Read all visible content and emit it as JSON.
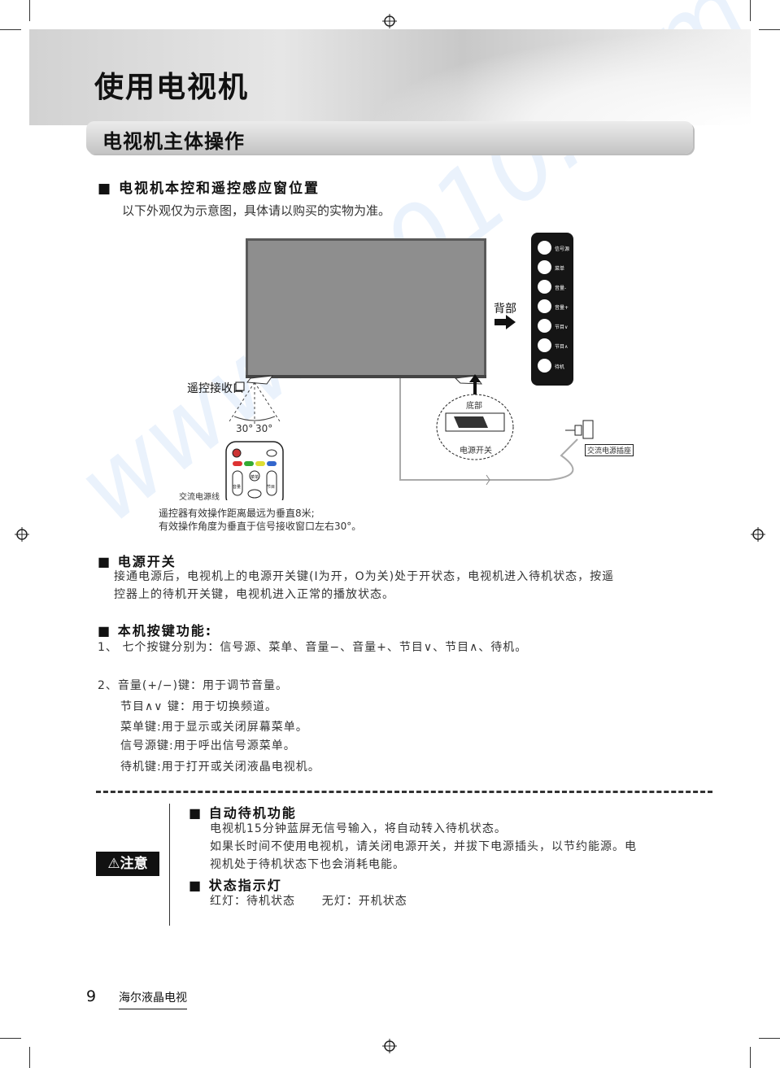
{
  "page_title": "使用电视机",
  "section_title": "电视机主体操作",
  "sensor": {
    "heading": "■ 电视机本控和遥控感应窗位置",
    "intro": "以下外观仅为示意图，具体请以购买的实物为准。"
  },
  "diagram": {
    "back_label": "背部",
    "remote_sensor_label": "遥控接收口",
    "angle_left": "30°",
    "angle_right": "30°",
    "bottom_label": "底部",
    "power_switch_label": "电源开关",
    "ac_socket_label": "交流电源插座",
    "ac_cord_label": "交流电源线",
    "panel_buttons": [
      "信号源",
      "菜单",
      "音量-",
      "音量+",
      "节目∨",
      "节目∧",
      "待机"
    ],
    "remote_keys": [
      "音量",
      "节目",
      "菜单"
    ],
    "remote_note_1": "遥控器有效操作距离最远为垂直8米;",
    "remote_note_2": "有效操作角度为垂直于信号接收窗口左右30°。"
  },
  "power": {
    "heading": "■ 电源开关",
    "line1": "接通电源后，电视机上的电源开关键(I为开，O为关)处于开状态，电视机进入待机状态，按遥",
    "line2": "控器上的待机开关键，电视机进入正常的播放状态。"
  },
  "keys": {
    "heading": "■ 本机按键功能:",
    "item1": "1、 七个按键分别为：信号源、菜单、音量−、音量+、节目∨、节目∧、待机。",
    "item2": "2、音量(+/−)键：用于调节音量。",
    "item3": "节目∧∨ 键：用于切换频道。",
    "item4": "菜单键:用于显示或关闭屏幕菜单。",
    "item5": "信号源键:用于呼出信号源菜单。",
    "item6": "待机键:用于打开或关闭液晶电视机。"
  },
  "note": {
    "badge": "⚠注意",
    "auto_heading": "■ 自动待机功能",
    "auto_line1": "电视机15分钟蓝屏无信号输入，将自动转入待机状态。",
    "auto_line2": "如果长时间不使用电视机，请关闭电源开关，并拔下电源插头，以节约能源。电",
    "auto_line3": "视机处于待机状态下也会消耗电能。",
    "led_heading": "■ 状态指示灯",
    "led_line": "红灯：待机状态      无灯：开机状态"
  },
  "footer": {
    "page_number": "9",
    "brand": "海尔液晶电视"
  },
  "watermark": "www.52010.com"
}
